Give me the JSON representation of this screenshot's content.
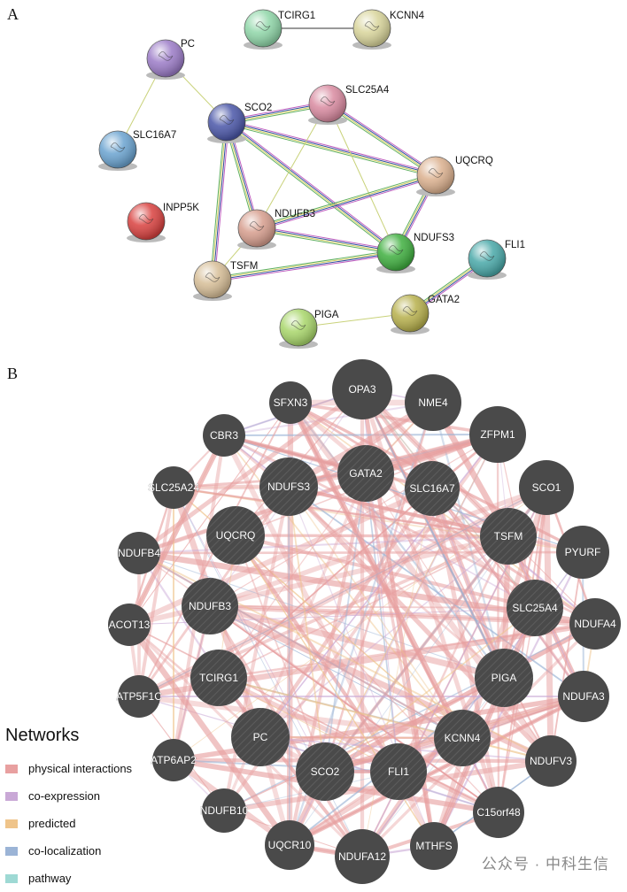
{
  "panel_a": {
    "label": "A",
    "nodes": [
      {
        "id": "PC",
        "color": "#9b7bc7"
      },
      {
        "id": "TCIRG1",
        "color": "#8fd6a8"
      },
      {
        "id": "KCNN4",
        "color": "#d8d49a"
      },
      {
        "id": "SCO2",
        "color": "#4a56a8"
      },
      {
        "id": "SLC25A4",
        "color": "#d98aa0"
      },
      {
        "id": "SLC16A7",
        "color": "#6aa3d0"
      },
      {
        "id": "UQCRQ",
        "color": "#dbb08e"
      },
      {
        "id": "INPP5K",
        "color": "#d9413f"
      },
      {
        "id": "NDUFB3",
        "color": "#d69d8d"
      },
      {
        "id": "NDUFS3",
        "color": "#3faf3f"
      },
      {
        "id": "FLI1",
        "color": "#48a8a8"
      },
      {
        "id": "TSFM",
        "color": "#d6bd96"
      },
      {
        "id": "GATA2",
        "color": "#b7b04c"
      },
      {
        "id": "PIGA",
        "color": "#a8d66a"
      }
    ],
    "edges": [
      [
        "TCIRG1",
        "KCNN4"
      ],
      [
        "PC",
        "SCO2"
      ],
      [
        "PC",
        "SLC16A7"
      ],
      [
        "SCO2",
        "SLC25A4"
      ],
      [
        "SCO2",
        "UQCRQ"
      ],
      [
        "SCO2",
        "NDUFS3"
      ],
      [
        "SCO2",
        "NDUFB3"
      ],
      [
        "SCO2",
        "TSFM"
      ],
      [
        "SLC25A4",
        "UQCRQ"
      ],
      [
        "SLC25A4",
        "NDUFS3"
      ],
      [
        "SLC25A4",
        "NDUFB3"
      ],
      [
        "UQCRQ",
        "NDUFS3"
      ],
      [
        "UQCRQ",
        "NDUFB3"
      ],
      [
        "NDUFB3",
        "NDUFS3"
      ],
      [
        "NDUFB3",
        "TSFM"
      ],
      [
        "NDUFS3",
        "TSFM"
      ],
      [
        "FLI1",
        "GATA2"
      ],
      [
        "GATA2",
        "PIGA"
      ]
    ]
  },
  "panel_b": {
    "label": "B",
    "nodes": [
      {
        "id": "OPA3",
        "query": false
      },
      {
        "id": "NME4",
        "query": false
      },
      {
        "id": "SFXN3",
        "query": false
      },
      {
        "id": "ZFPM1",
        "query": false
      },
      {
        "id": "CBR3",
        "query": false
      },
      {
        "id": "GATA2",
        "query": true
      },
      {
        "id": "NDUFS3",
        "query": true
      },
      {
        "id": "SLC16A7",
        "query": true
      },
      {
        "id": "SCO1",
        "query": false
      },
      {
        "id": "SLC25A24",
        "query": false
      },
      {
        "id": "UQCRQ",
        "query": true
      },
      {
        "id": "TSFM",
        "query": true
      },
      {
        "id": "PYURF",
        "query": false
      },
      {
        "id": "NDUFB4",
        "query": false
      },
      {
        "id": "NDUFB3",
        "query": true
      },
      {
        "id": "SLC25A4",
        "query": true
      },
      {
        "id": "NDUFA4",
        "query": false
      },
      {
        "id": "ACOT13",
        "query": false
      },
      {
        "id": "TCIRG1",
        "query": true
      },
      {
        "id": "PIGA",
        "query": true
      },
      {
        "id": "ATP5F1C",
        "query": false
      },
      {
        "id": "NDUFA3",
        "query": false
      },
      {
        "id": "PC",
        "query": true
      },
      {
        "id": "KCNN4",
        "query": true
      },
      {
        "id": "ATP6AP2",
        "query": false
      },
      {
        "id": "SCO2",
        "query": true
      },
      {
        "id": "FLI1",
        "query": true
      },
      {
        "id": "NDUFV3",
        "query": false
      },
      {
        "id": "NDUFB10",
        "query": false
      },
      {
        "id": "C15orf48",
        "query": false
      },
      {
        "id": "UQCR10",
        "query": false
      },
      {
        "id": "NDUFA12",
        "query": false
      },
      {
        "id": "MTHFS",
        "query": false
      }
    ]
  },
  "legend": {
    "title": "Networks",
    "items": [
      {
        "label": "physical interactions",
        "color": "#e8a0a0"
      },
      {
        "label": "co-expression",
        "color": "#c9a8d6"
      },
      {
        "label": "predicted",
        "color": "#efc48a"
      },
      {
        "label": "co-localization",
        "color": "#9bb4d6"
      },
      {
        "label": "pathway",
        "color": "#9ed9d4"
      }
    ]
  },
  "watermark": "公众号 · 中科生信"
}
